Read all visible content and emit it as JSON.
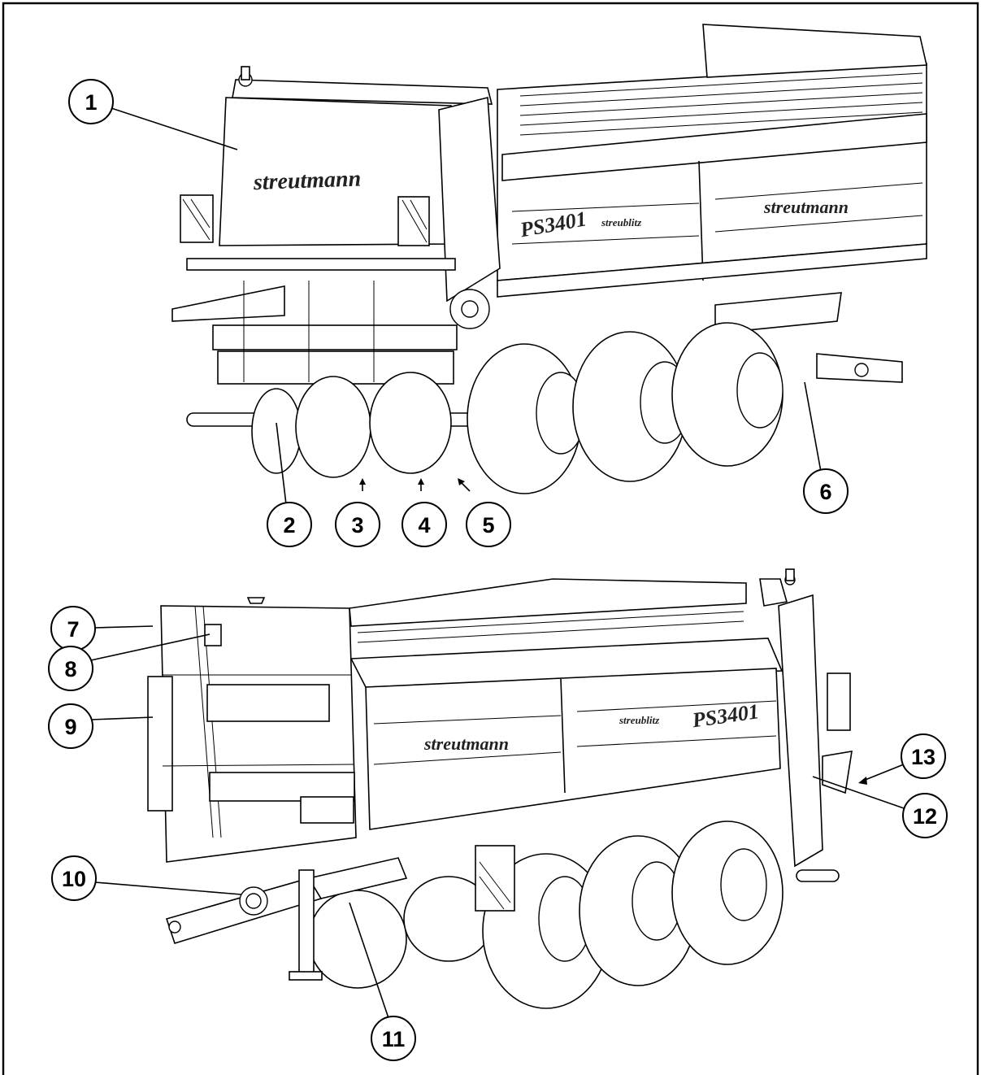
{
  "figure": {
    "top_view": {
      "brand_front": "streutmann",
      "brand_side": "streutmann",
      "model_label": "PS3401",
      "sub_label": "streublitz",
      "callouts": [
        "1",
        "2",
        "3",
        "4",
        "5",
        "6"
      ]
    },
    "bottom_view": {
      "brand_side": "streutmann",
      "model_label": "PS3401",
      "sub_label": "streublitz",
      "callouts": [
        "7",
        "8",
        "9",
        "10",
        "11",
        "12",
        "13"
      ]
    }
  }
}
